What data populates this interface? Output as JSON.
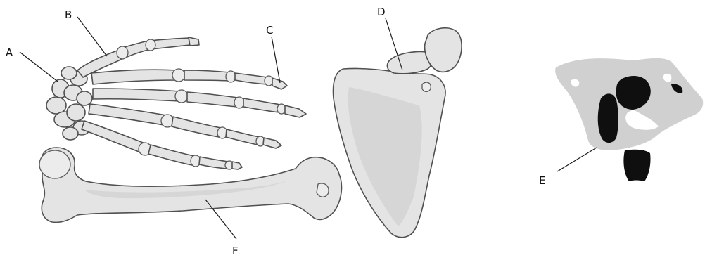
{
  "labels": {
    "A": "A",
    "B": "B",
    "C": "C",
    "D": "D",
    "E": "E",
    "F": "F"
  },
  "colors": {
    "bone_fill": "#e4e4e4",
    "bone_outline": "#505050",
    "vertebra_fill": "#cfcfcf",
    "vertebra_dark": "#111111"
  },
  "structures": [
    "hand-skeleton",
    "scapula",
    "femur",
    "vertebra"
  ]
}
